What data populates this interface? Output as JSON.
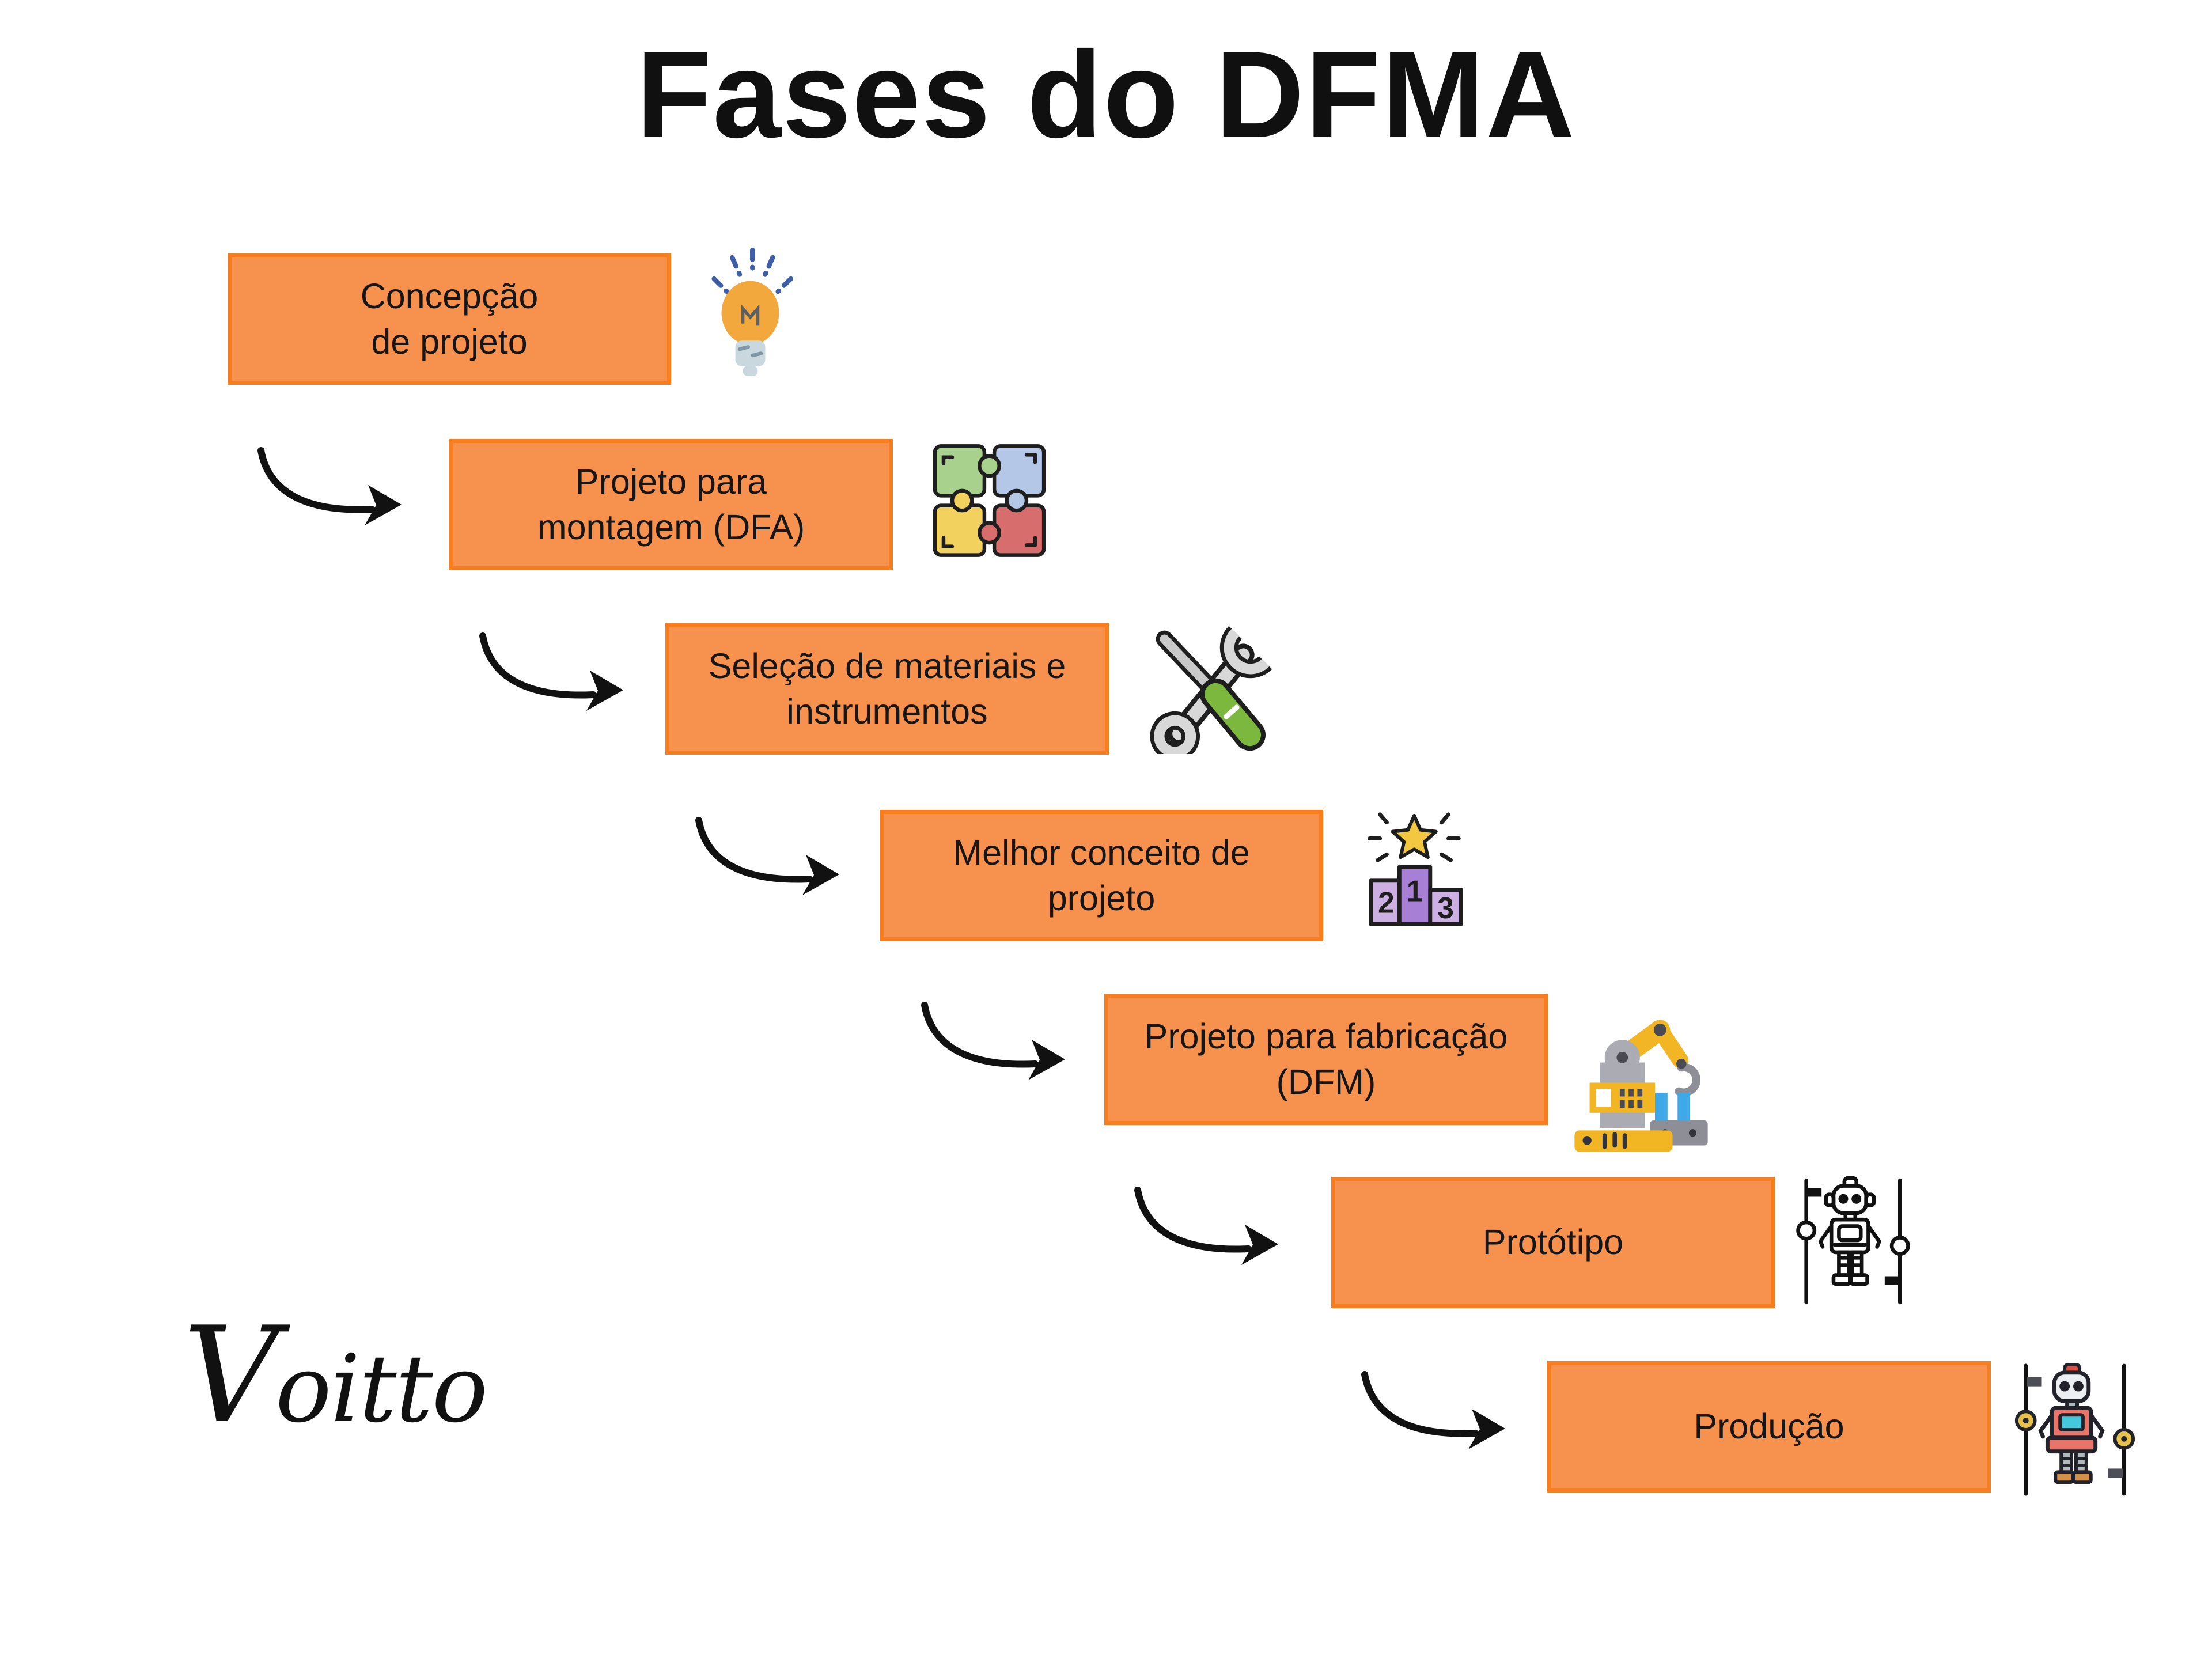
{
  "title": "Fases do DFMA",
  "logo": {
    "text_v": "V",
    "text_rest": "oitto"
  },
  "colors": {
    "box_fill": "#F7914E",
    "box_border": "#F87D1E",
    "arrow": "#111111",
    "background": "#FFFFFF"
  },
  "steps": [
    {
      "icon": "lightbulb-icon",
      "l1": "Concepção",
      "l2": "de projeto"
    },
    {
      "icon": "puzzle-icon",
      "l1": "Projeto para",
      "l2": "montagem (DFA)"
    },
    {
      "icon": "tools-icon",
      "l1": "Seleção de materiais e",
      "l2": "instrumentos"
    },
    {
      "icon": "podium-icon",
      "l1": "Melhor conceito de",
      "l2": "projeto"
    },
    {
      "icon": "robot-arm-icon",
      "l1": "Projeto para fabricação",
      "l2": "(DFM)"
    },
    {
      "icon": "prototype-robot-icon",
      "l1": "Protótipo"
    },
    {
      "icon": "production-robot-icon",
      "l1": "Produção"
    }
  ],
  "podium_numbers": {
    "first": "1",
    "second": "2",
    "third": "3"
  }
}
